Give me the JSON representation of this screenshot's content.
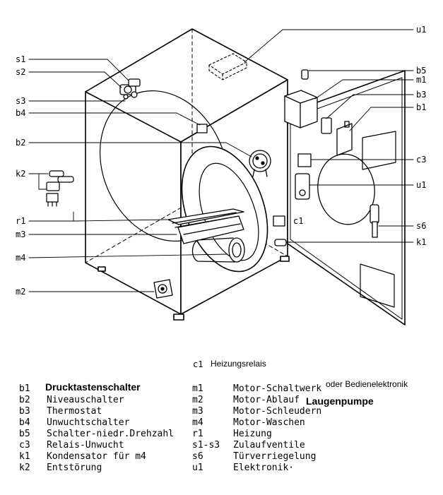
{
  "callouts": {
    "s1": "s1",
    "s2": "s2",
    "s3": "s3",
    "b4": "b4",
    "b2": "b2",
    "k2": "k2",
    "r1": "r1",
    "m3": "m3",
    "m4": "m4",
    "m2": "m2",
    "u1_top": "u1",
    "b5": "b5",
    "m1": "m1",
    "b3": "b3",
    "b1": "b1",
    "c3": "c3",
    "u1_right": "u1",
    "c1": "c1",
    "s6": "s6",
    "k1": "k1"
  },
  "note": {
    "code": "c1",
    "text": "Heizungsrelais",
    "bedienelektronik": "oder Bedienelektronik"
  },
  "legend": {
    "left": [
      {
        "code": "b1",
        "desc": "Drucktastenschalter"
      },
      {
        "code": "b2",
        "desc": "Niveauschalter"
      },
      {
        "code": "b3",
        "desc": "Thermostat"
      },
      {
        "code": "b4",
        "desc": "Unwuchtschalter"
      },
      {
        "code": "b5",
        "desc": "Schalter-niedr.Drehzahl"
      },
      {
        "code": "c3",
        "desc": "Relais-Unwucht"
      },
      {
        "code": "k1",
        "desc": "Kondensator für m4"
      },
      {
        "code": "k2",
        "desc": "Entstörung"
      }
    ],
    "right": [
      {
        "code": "m1",
        "desc": "Motor-Schaltwerk"
      },
      {
        "code": "m2",
        "desc": "Motor-Ablauf"
      },
      {
        "code": "m3",
        "desc": "Motor-Schleudern"
      },
      {
        "code": "m4",
        "desc": "Motor-Waschen"
      },
      {
        "code": "r1",
        "desc": "Heizung"
      },
      {
        "code": "s1-s3",
        "desc": "Zulaufventile"
      },
      {
        "code": "s6",
        "desc": "Türverriegelung"
      },
      {
        "code": "u1",
        "desc": "Elektronik·"
      }
    ],
    "laugenpumpe": "Laugenpumpe"
  }
}
